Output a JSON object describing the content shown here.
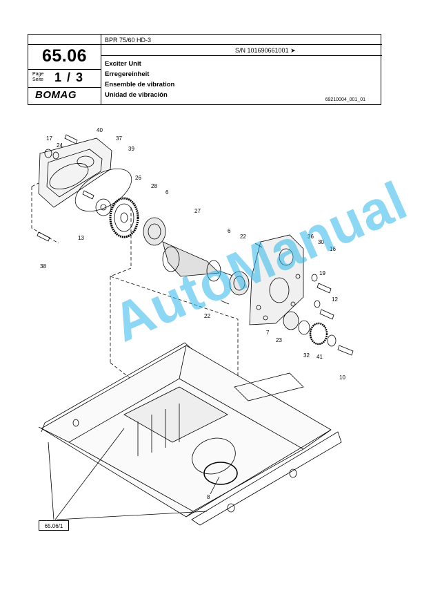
{
  "header": {
    "page_number": "65.06",
    "page_label": [
      "Page",
      "Seite"
    ],
    "page_fraction": "1 / 3",
    "logo": "BOMAG",
    "model": "BPR 75/60 HD-3",
    "serial": "S/N 101690661001  ➤",
    "titles": [
      "Exciter Unit",
      "Erregereinheit",
      "Ensemble de vibration",
      "Unidad de vibración"
    ],
    "doc_id": "69210004_001_01"
  },
  "callouts": [
    "40",
    "17",
    "24",
    "37",
    "39",
    "26",
    "28",
    "6",
    "27",
    "13",
    "38",
    "6",
    "22",
    "36",
    "30",
    "16",
    "19",
    "12",
    "7",
    "23",
    "32",
    "41",
    "10",
    "22",
    "8"
  ],
  "reference_box": "65.06/1",
  "watermark": "AutoManual",
  "colors": {
    "watermark": "#2fb8ea",
    "line": "#000000"
  }
}
